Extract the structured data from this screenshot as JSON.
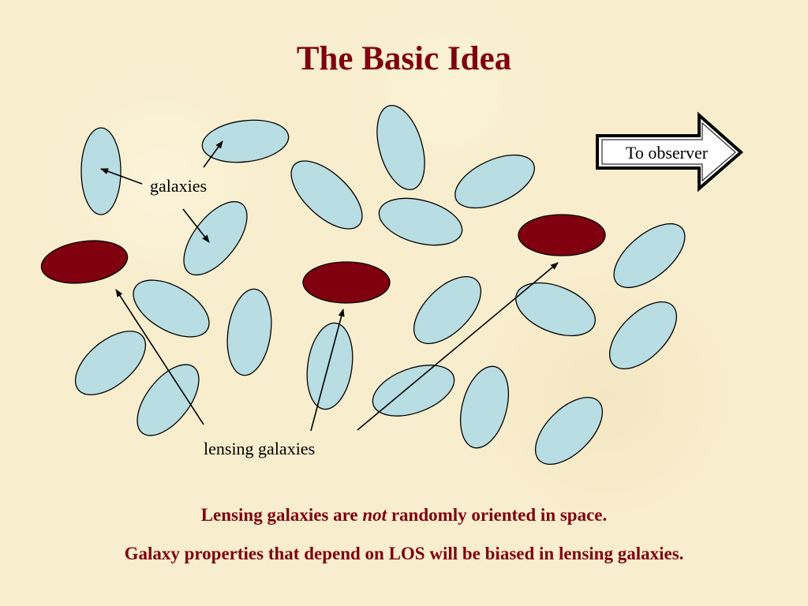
{
  "title": "The Basic Idea",
  "labels": {
    "galaxies": "galaxies",
    "lensing_galaxies": "lensing galaxies",
    "to_observer": "To observer"
  },
  "captions": {
    "line1_part1": "Lensing galaxies are ",
    "line1_emphasis": "not",
    "line1_part2": " randomly oriented in space.",
    "line2": "Galaxy properties that depend on LOS will be biased in lensing galaxies."
  },
  "colors": {
    "galaxy_fill": "#b8dde2",
    "lensing_galaxy_fill": "#800010",
    "title_text": "#7f0010",
    "background": "#f8edcd"
  }
}
